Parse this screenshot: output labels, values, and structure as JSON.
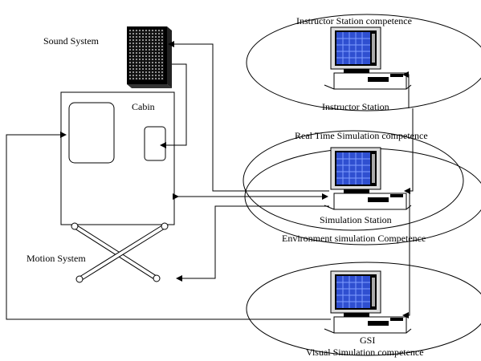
{
  "diagram": {
    "labels": {
      "sound_system": "Sound System",
      "cabin": "Cabin",
      "motion_system": "Motion System",
      "instructor_station_competence": "Instructor Station competence",
      "instructor_station": "Instructor Station",
      "real_time_simulation_competence": "Real Time Simulation competence",
      "simulation_station": "Simulation Station",
      "environment_simulation_competence": "Environment simulation Competence",
      "gsi": "GSI",
      "visual_simulation_competence": "Visual Simulation competence"
    },
    "icons": {
      "speaker": "speaker-icon",
      "computer": "computer-icon"
    },
    "colors": {
      "screen": "#2f4fd0",
      "screen_grid": "#7f9cff",
      "line": "#000000"
    }
  }
}
